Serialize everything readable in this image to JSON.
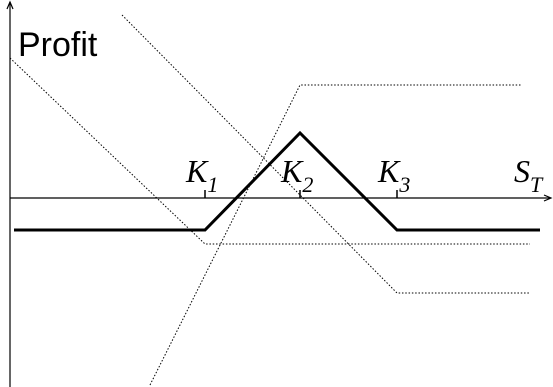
{
  "labels": {
    "y_axis": "Profit",
    "x_axis_main": "S",
    "x_axis_sub": "T",
    "strikes": [
      {
        "main": "K",
        "sub": "1"
      },
      {
        "main": "K",
        "sub": "2"
      },
      {
        "main": "K",
        "sub": "3"
      }
    ]
  }
}
